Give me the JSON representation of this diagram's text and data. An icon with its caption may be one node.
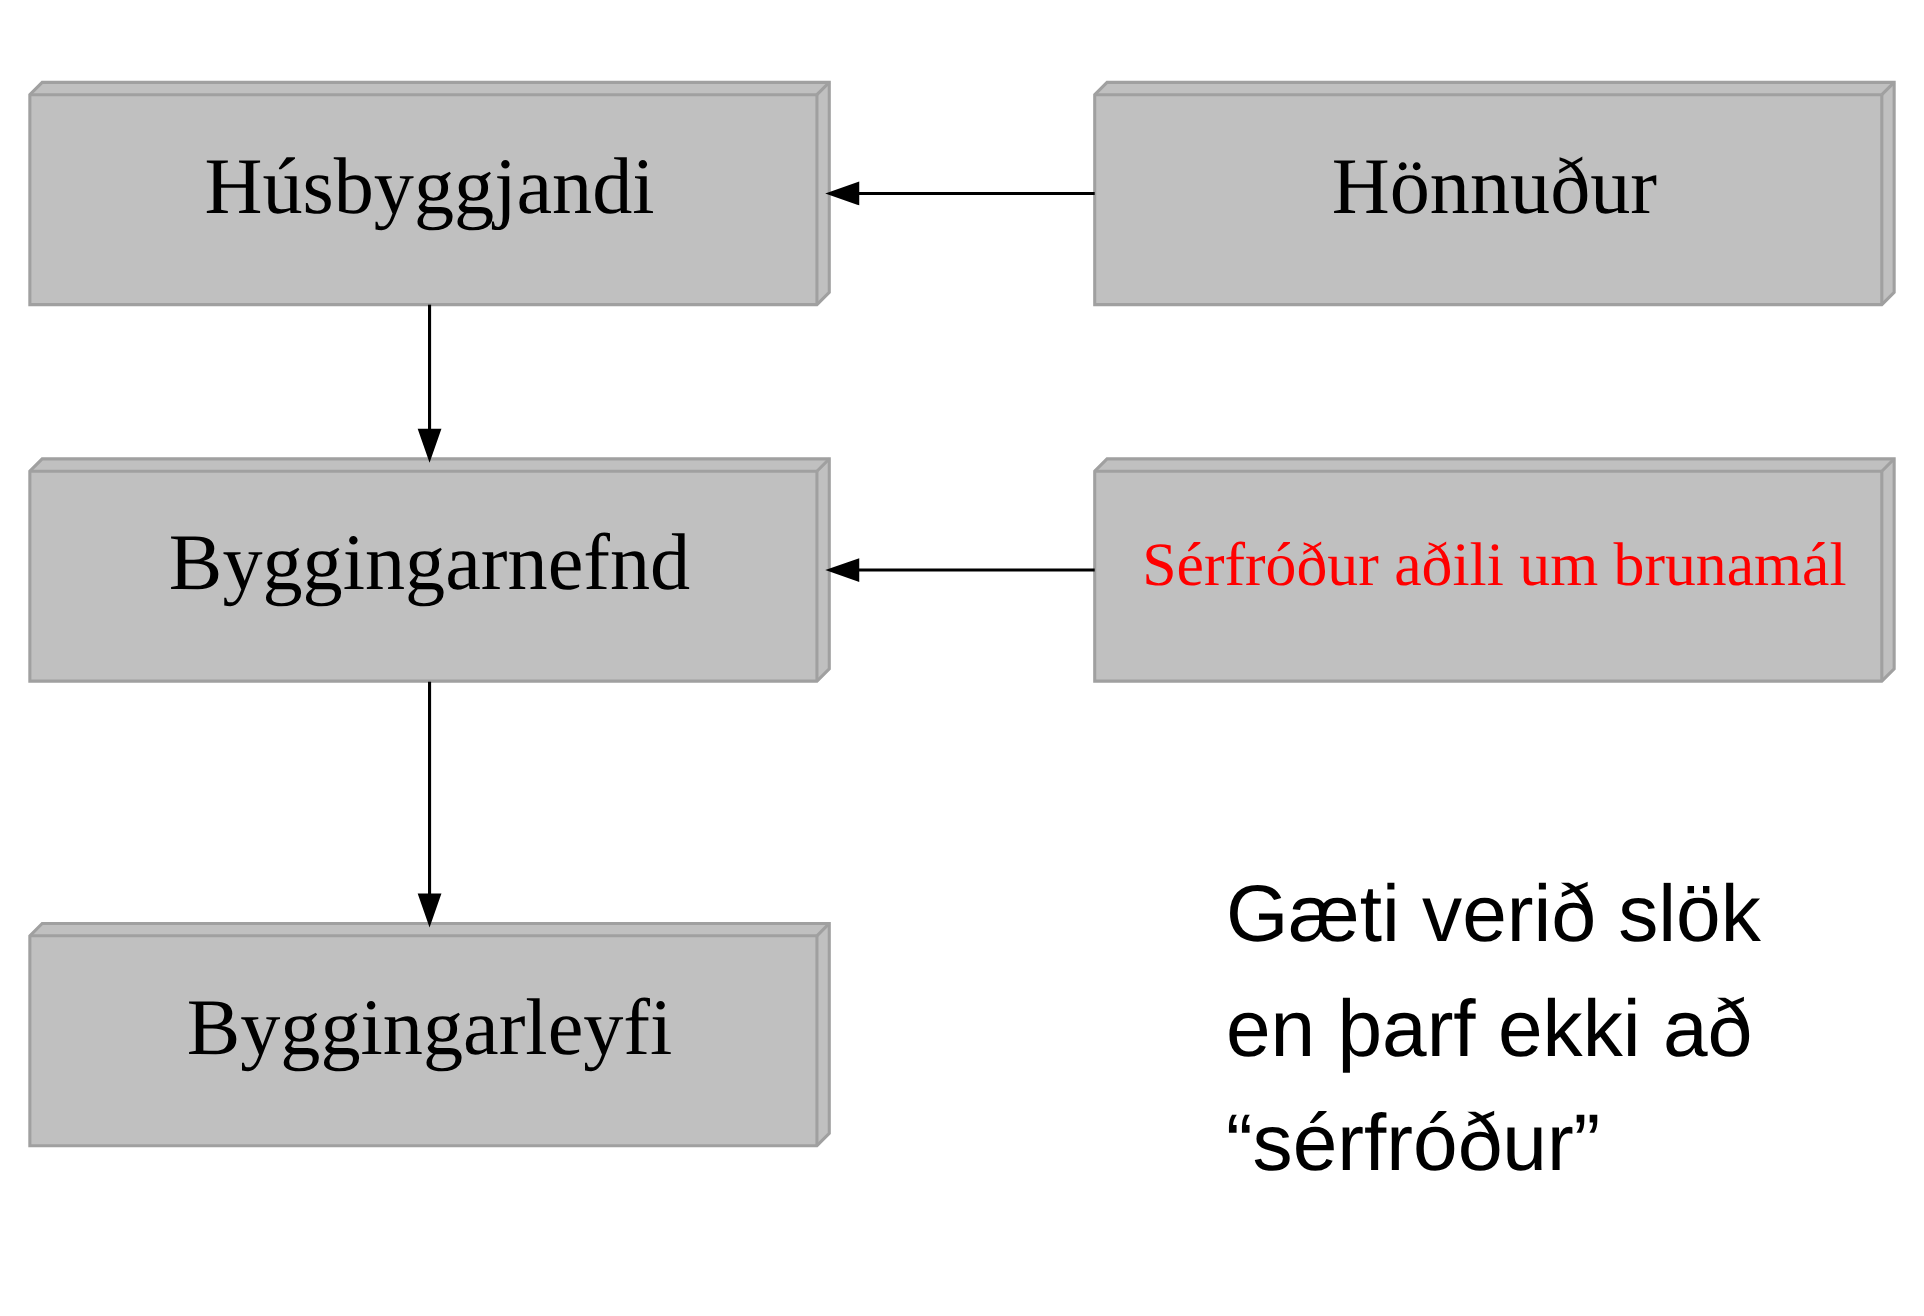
{
  "diagram": {
    "nodes": [
      {
        "text": [
          "Húsbyggjandi"
        ]
      },
      {
        "text": [
          "Hönnuður"
        ]
      },
      {
        "text": [
          "Byggingarnefnd"
        ]
      },
      {
        "text": [
          "Sérfróður aðili um brunamál"
        ]
      },
      {
        "text": [
          "Byggingarleyfi"
        ]
      }
    ],
    "edges": [
      {
        "from": 1,
        "to": 0,
        "arrow": "to"
      },
      {
        "from": 0,
        "to": 2,
        "arrow": "to"
      },
      {
        "from": 3,
        "to": 2,
        "arrow": "to"
      },
      {
        "from": 2,
        "to": 4,
        "arrow": "to"
      }
    ],
    "labels": [
      "Gæti verið slök",
      "en þarf ekki að",
      "“sérfróður”"
    ]
  }
}
